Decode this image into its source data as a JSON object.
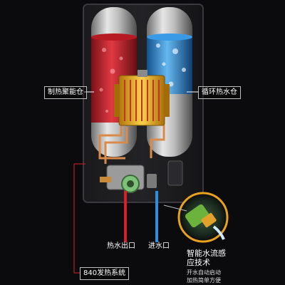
{
  "labels": {
    "left_tank": "制热聚能仓",
    "right_tank": "循环热水仓",
    "hot_outlet": "热水出口",
    "cold_inlet": "进水口",
    "heating_system": "840发热系统",
    "sensor_line1": "智能水流感",
    "sensor_line2": "应技术",
    "sensor_desc1": "开水自动启动",
    "sensor_desc2": "加热简单方便"
  },
  "colors": {
    "background": "#0b0b0d",
    "hot_water": "#d8202a",
    "cold_water": "#2d8ee0",
    "heater": "#f0b21a",
    "pipe_copper": "#d98a4a",
    "sensor_ring": "#e8a21e"
  },
  "icons": {
    "heater": "heating-element-icon",
    "sensor": "water-flow-sensor-icon"
  }
}
